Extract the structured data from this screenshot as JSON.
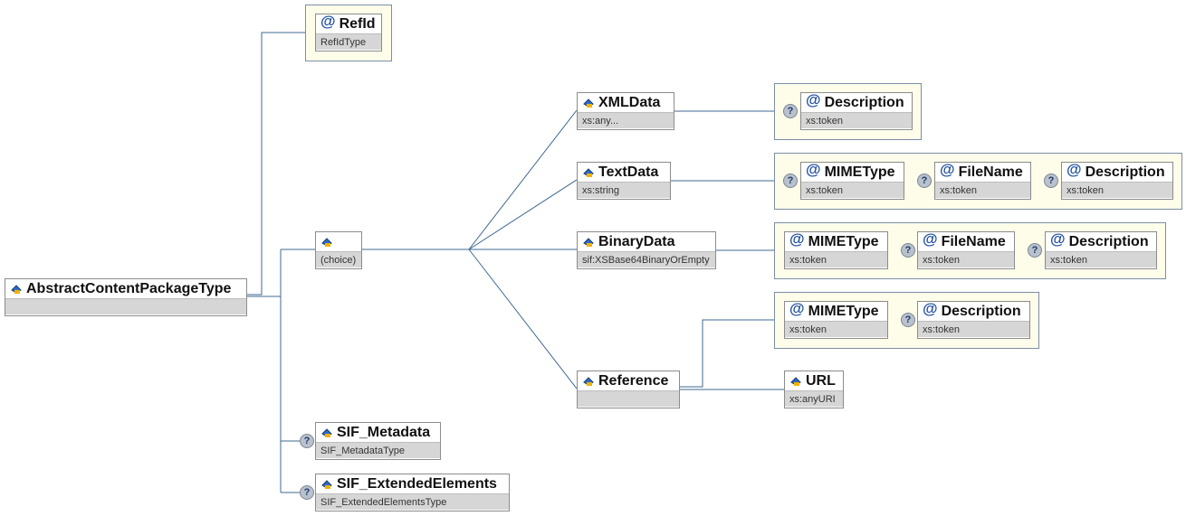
{
  "colors": {
    "line": "#3f6890",
    "group_bg": "#fdfde9",
    "group_border": "#7c8ea8",
    "type_bg": "#d6d6d6",
    "at_sign": "#1f4f9f"
  },
  "optional_badge": "?",
  "root": {
    "name": "AbstractContentPackageType",
    "type": ""
  },
  "refid": {
    "name": "RefId",
    "type": "RefIdType"
  },
  "choice": {
    "name": "",
    "type": "(choice)"
  },
  "xmldata": {
    "name": "XMLData",
    "type": "xs:any...",
    "attrs": [
      {
        "name": "Description",
        "type": "xs:token"
      }
    ]
  },
  "textdata": {
    "name": "TextData",
    "type": "xs:string",
    "attrs": [
      {
        "name": "MIMEType",
        "type": "xs:token"
      },
      {
        "name": "FileName",
        "type": "xs:token"
      },
      {
        "name": "Description",
        "type": "xs:token"
      }
    ]
  },
  "binarydata": {
    "name": "BinaryData",
    "type": "sif:XSBase64BinaryOrEmpty",
    "attrs": [
      {
        "name": "MIMEType",
        "type": "xs:token"
      },
      {
        "name": "FileName",
        "type": "xs:token"
      },
      {
        "name": "Description",
        "type": "xs:token"
      }
    ]
  },
  "reference": {
    "name": "Reference",
    "type": "",
    "attrs": [
      {
        "name": "MIMEType",
        "type": "xs:token"
      },
      {
        "name": "Description",
        "type": "xs:token"
      }
    ],
    "url": {
      "name": "URL",
      "type": "xs:anyURI"
    }
  },
  "sif_metadata": {
    "name": "SIF_Metadata",
    "type": "SIF_MetadataType"
  },
  "sif_extended": {
    "name": "SIF_ExtendedElements",
    "type": "SIF_ExtendedElementsType"
  }
}
